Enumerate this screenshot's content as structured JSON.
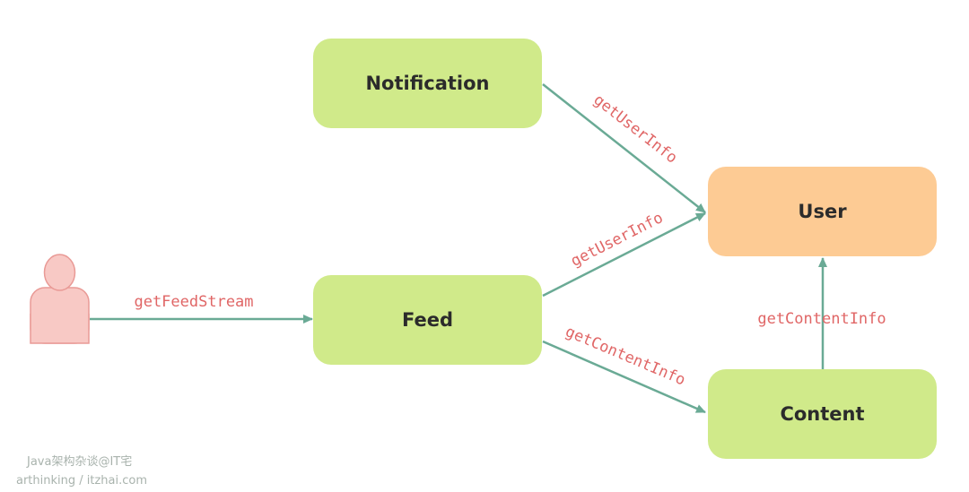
{
  "nodes": {
    "notification": "Notification",
    "feed": "Feed",
    "user": "User",
    "content": "Content"
  },
  "edges": {
    "actor_to_feed": "getFeedStream",
    "notification_to_user": "getUserInfo",
    "feed_to_user": "getUserInfo",
    "feed_to_content": "getContentInfo",
    "content_to_user": "getContentInfo"
  },
  "watermark": {
    "line1": "Java架构杂谈@IT宅",
    "line2": "arthinking / itzhai.com"
  },
  "colors": {
    "service_box": "#d0ea8a",
    "user_box": "#fdcb94",
    "arrow": "#6aaa95",
    "label": "#e06666",
    "actor_fill": "#f8c9c5",
    "actor_stroke": "#e99a96"
  },
  "icons": {
    "actor": "person-icon"
  }
}
